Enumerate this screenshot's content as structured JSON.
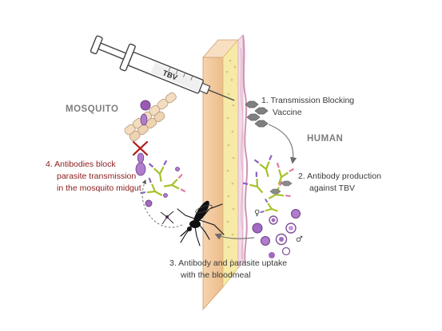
{
  "labels": {
    "mosquito": "MOSQUITO",
    "human": "HUMAN",
    "syringe": "TBV"
  },
  "steps": [
    {
      "number": "1.",
      "lines": [
        "Transmission Blocking",
        "Vaccine"
      ]
    },
    {
      "number": "2.",
      "lines": [
        "Antibody production",
        "against TBV"
      ]
    },
    {
      "number": "3.",
      "lines": [
        "Antibody and parasite uptake",
        "with the bloodmeal"
      ]
    },
    {
      "number": "4.",
      "lines": [
        "Antibodies block",
        "parasite transmission",
        "in the mosquito midgut"
      ]
    }
  ],
  "colors": {
    "step4_text": "#8b1a1a",
    "skin": "#f2c99f",
    "skin_edge": "#e3b17f",
    "dermis": "#f7e9a6",
    "dermis_edge": "#e9d57d",
    "vessel": "#d9a7c7",
    "cross": "#b01818",
    "parasite_purple": "#9b58b5",
    "antibody_green": "#a6c12a",
    "antibody_violet": "#8c63bf",
    "antibody_pink": "#e07ba0",
    "vaccine_grey": "#7f7f7f"
  }
}
